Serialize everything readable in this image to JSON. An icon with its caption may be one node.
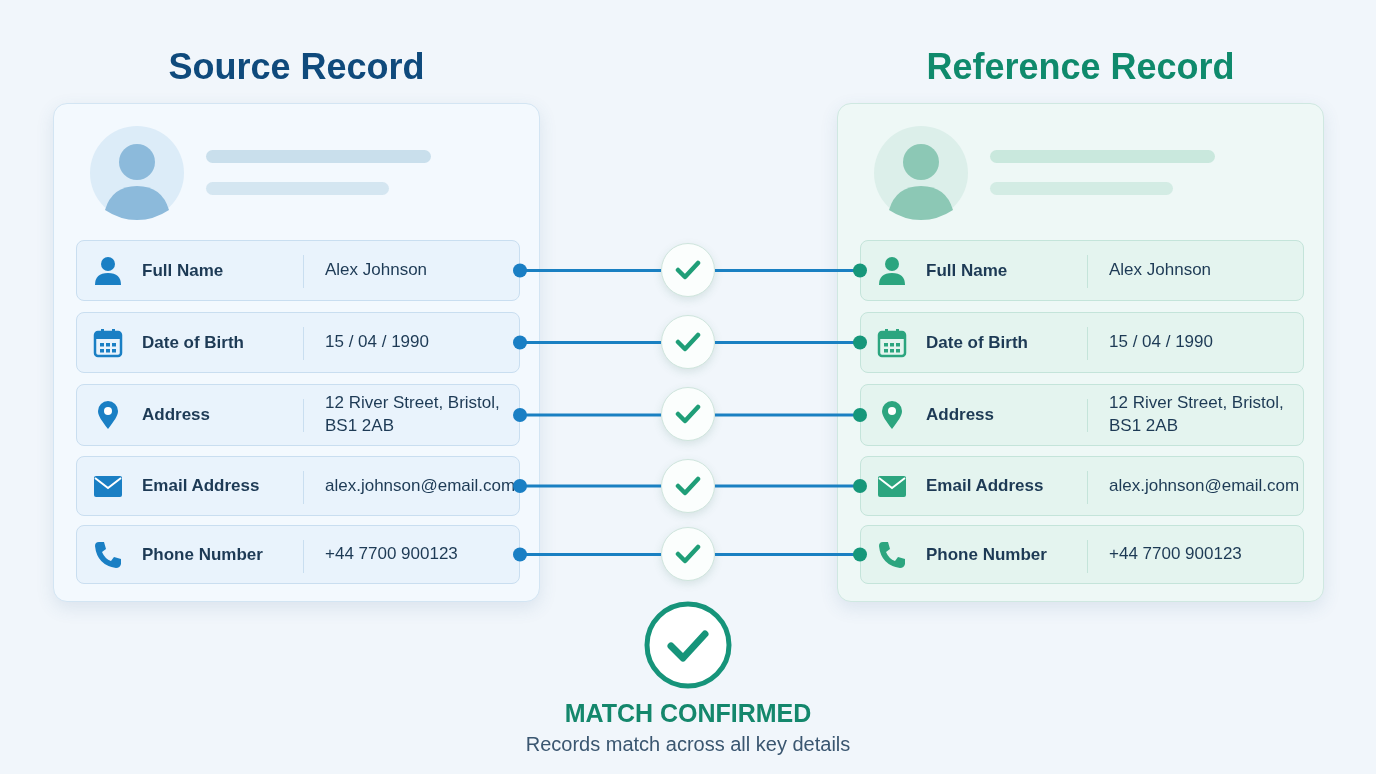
{
  "diagram": {
    "nodes": [
      {
        "text": [
          "Source Record"
        ]
      },
      {
        "text": [
          "Full Name",
          "Alex Johnson"
        ],
        "in": 0
      },
      {
        "text": [
          "Date of Birth",
          "15 / 04 / 1990"
        ],
        "in": 0
      },
      {
        "text": [
          "Address",
          "12 River Street, Bristol, BS1 2AB"
        ],
        "in": 0
      },
      {
        "text": [
          "Email Address",
          "alex.johnson@email.com"
        ],
        "in": 0
      },
      {
        "text": [
          "Phone Number",
          "+44 7700 900123"
        ],
        "in": 0
      },
      {
        "text": [
          "Reference Record"
        ]
      },
      {
        "text": [
          "Full Name",
          "Alex Johnson"
        ],
        "in": 6
      },
      {
        "text": [
          "Date of Birth",
          "15 / 04 / 1990"
        ],
        "in": 6
      },
      {
        "text": [
          "Address",
          "12 River Street, Bristol, BS1 2AB"
        ],
        "in": 6
      },
      {
        "text": [
          "Email Address",
          "alex.johnson@email.com"
        ],
        "in": 6
      },
      {
        "text": [
          "Phone Number",
          "+44 7700 900123"
        ],
        "in": 6
      },
      {
        "text": [],
        "shape": "circle"
      },
      {
        "text": [],
        "shape": "circle"
      },
      {
        "text": [],
        "shape": "circle"
      },
      {
        "text": [],
        "shape": "circle"
      },
      {
        "text": [],
        "shape": "circle"
      }
    ],
    "edges": [
      {
        "from": 1,
        "to": 12,
        "arrow": "other"
      },
      {
        "from": 7,
        "to": 12,
        "arrow": "other"
      },
      {
        "from": 2,
        "to": 13,
        "arrow": "other"
      },
      {
        "from": 8,
        "to": 13,
        "arrow": "other"
      },
      {
        "from": 3,
        "to": 14,
        "arrow": "other"
      },
      {
        "from": 9,
        "to": 14,
        "arrow": "other"
      },
      {
        "from": 4,
        "to": 15,
        "arrow": "other"
      },
      {
        "from": 10,
        "to": 15,
        "arrow": "other"
      },
      {
        "from": 5,
        "to": 16,
        "arrow": "other"
      },
      {
        "from": 11,
        "to": 16,
        "arrow": "other"
      }
    ],
    "labels": [
      "MATCH CONFIRMED",
      "Records match across all key details"
    ]
  }
}
